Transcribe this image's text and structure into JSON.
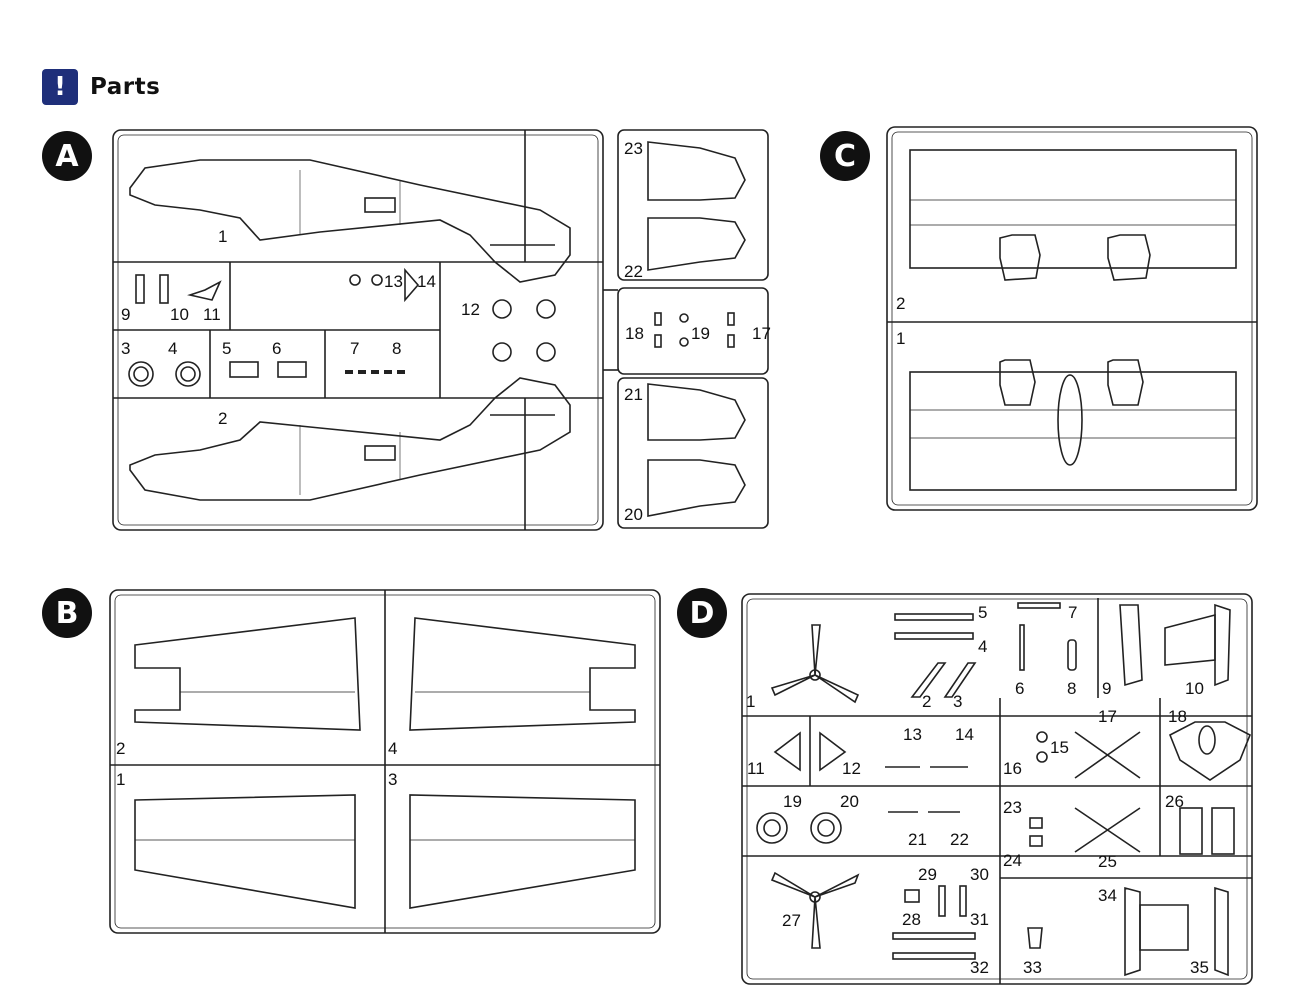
{
  "header": {
    "icon_glyph": "!",
    "icon": "warning-icon",
    "title": "Parts"
  },
  "sprues": {
    "A": {
      "letter": "A",
      "parts": [
        "1",
        "2",
        "3",
        "4",
        "5",
        "6",
        "7",
        "8",
        "9",
        "10",
        "11",
        "12",
        "13",
        "14",
        "17",
        "18",
        "19",
        "20",
        "21",
        "22",
        "23"
      ]
    },
    "B": {
      "letter": "B",
      "parts": [
        "1",
        "2",
        "3",
        "4"
      ]
    },
    "C": {
      "letter": "C",
      "parts": [
        "1",
        "2"
      ]
    },
    "D": {
      "letter": "D",
      "parts": [
        "1",
        "2",
        "3",
        "4",
        "5",
        "6",
        "7",
        "8",
        "9",
        "10",
        "11",
        "12",
        "13",
        "14",
        "15",
        "16",
        "17",
        "18",
        "19",
        "20",
        "21",
        "22",
        "23",
        "24",
        "25",
        "26",
        "27",
        "28",
        "29",
        "30",
        "31",
        "32",
        "33",
        "34",
        "35"
      ]
    }
  }
}
